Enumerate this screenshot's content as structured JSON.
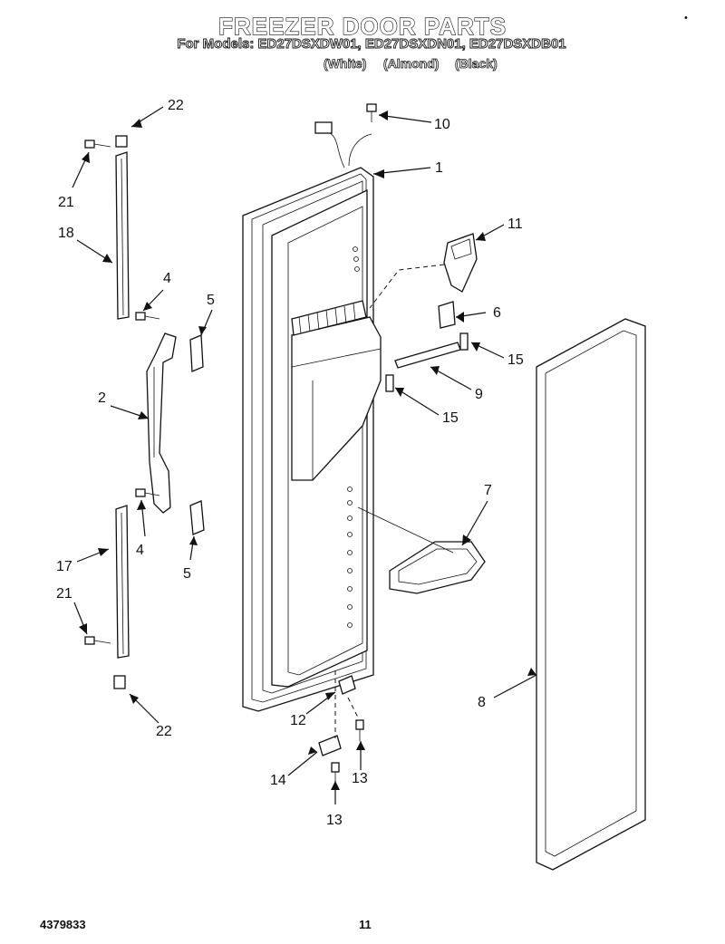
{
  "header": {
    "title": "FREEZER DOOR PARTS",
    "models": "For Models: ED27DSXDW01, ED27DSXDN01, ED27DSXDB01",
    "color_white": "(White)",
    "color_almond": "(Almond)",
    "color_black": "(Black)"
  },
  "callouts": {
    "c1": "1",
    "c2": "2",
    "c4a": "4",
    "c4b": "4",
    "c5a": "5",
    "c5b": "5",
    "c6": "6",
    "c7": "7",
    "c8": "8",
    "c9": "9",
    "c10": "10",
    "c11": "11",
    "c12": "12",
    "c13a": "13",
    "c13b": "13",
    "c14": "14",
    "c15a": "15",
    "c15b": "15",
    "c17": "17",
    "c18": "18",
    "c21a": "21",
    "c21b": "21",
    "c22a": "22",
    "c22b": "22"
  },
  "footer": {
    "doc_number": "4379833",
    "page": "11"
  }
}
